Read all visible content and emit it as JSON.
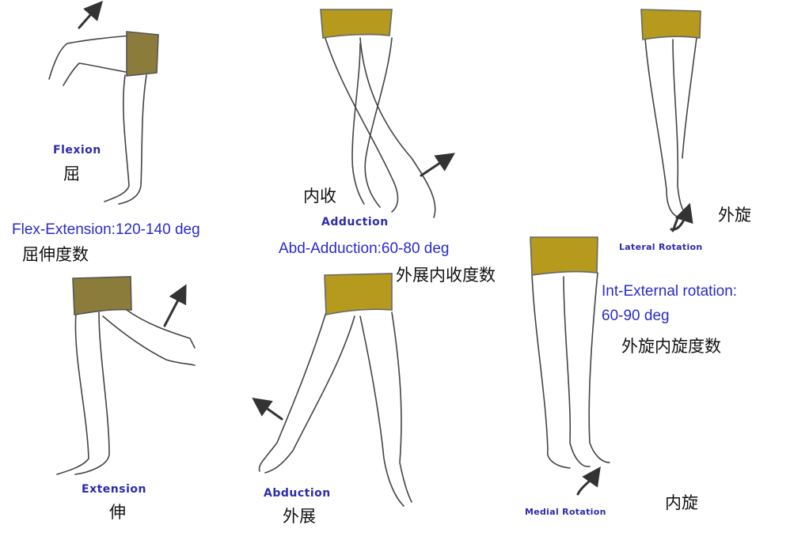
{
  "colors": {
    "label_blue": "#2b2bb0",
    "range_blue": "#2a2acc",
    "shorts": "#b59a1e",
    "shorts_dark": "#8c7c3c",
    "outline": "#444444",
    "arrow": "#333333"
  },
  "flexion": {
    "label": "Flexion",
    "cn": "屈"
  },
  "extension": {
    "label": "Extension",
    "cn": "伸"
  },
  "flex_range": {
    "text": "Flex-Extension:120-140 deg",
    "cn": "屈伸度数"
  },
  "adduction": {
    "label": "Adduction",
    "cn": "内收"
  },
  "abduction": {
    "label": "Abduction",
    "cn": "外展"
  },
  "abd_range": {
    "text": "Abd-Adduction:60-80 deg",
    "cn": "外展内收度数"
  },
  "lateral": {
    "label": "Lateral Rotation",
    "cn": "外旋"
  },
  "medial": {
    "label": "Medial Rotation",
    "cn": "内旋"
  },
  "rot_range": {
    "line1": "Int-External rotation:",
    "line2": "60-90 deg",
    "cn": "外旋内旋度数"
  }
}
